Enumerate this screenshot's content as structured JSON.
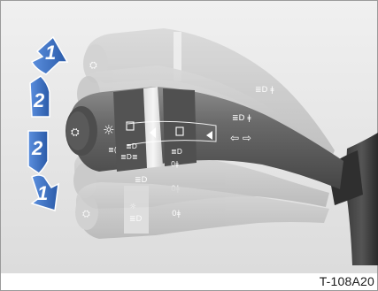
{
  "figure": {
    "reference_code": "T-108A20",
    "arrow_labels": {
      "up_outer": "1",
      "up_inner": "2",
      "down_inner": "2",
      "down_outer": "1"
    }
  },
  "colors": {
    "background_panel": "#e6e6e6",
    "lever_dark": "#5e5e5e",
    "lever_ghost": "#bdbdbd",
    "arrow_blue": "#3a6fc2",
    "arrow_blue_dark": "#2a549c"
  },
  "icons": [
    "wiper-blade-icon",
    "headlight-off-icon",
    "parking-lamp-icon",
    "high-beam-icon",
    "turn-signal-icon",
    "fog-light-icon",
    "rear-fog-icon",
    "position-indicator-icon"
  ]
}
